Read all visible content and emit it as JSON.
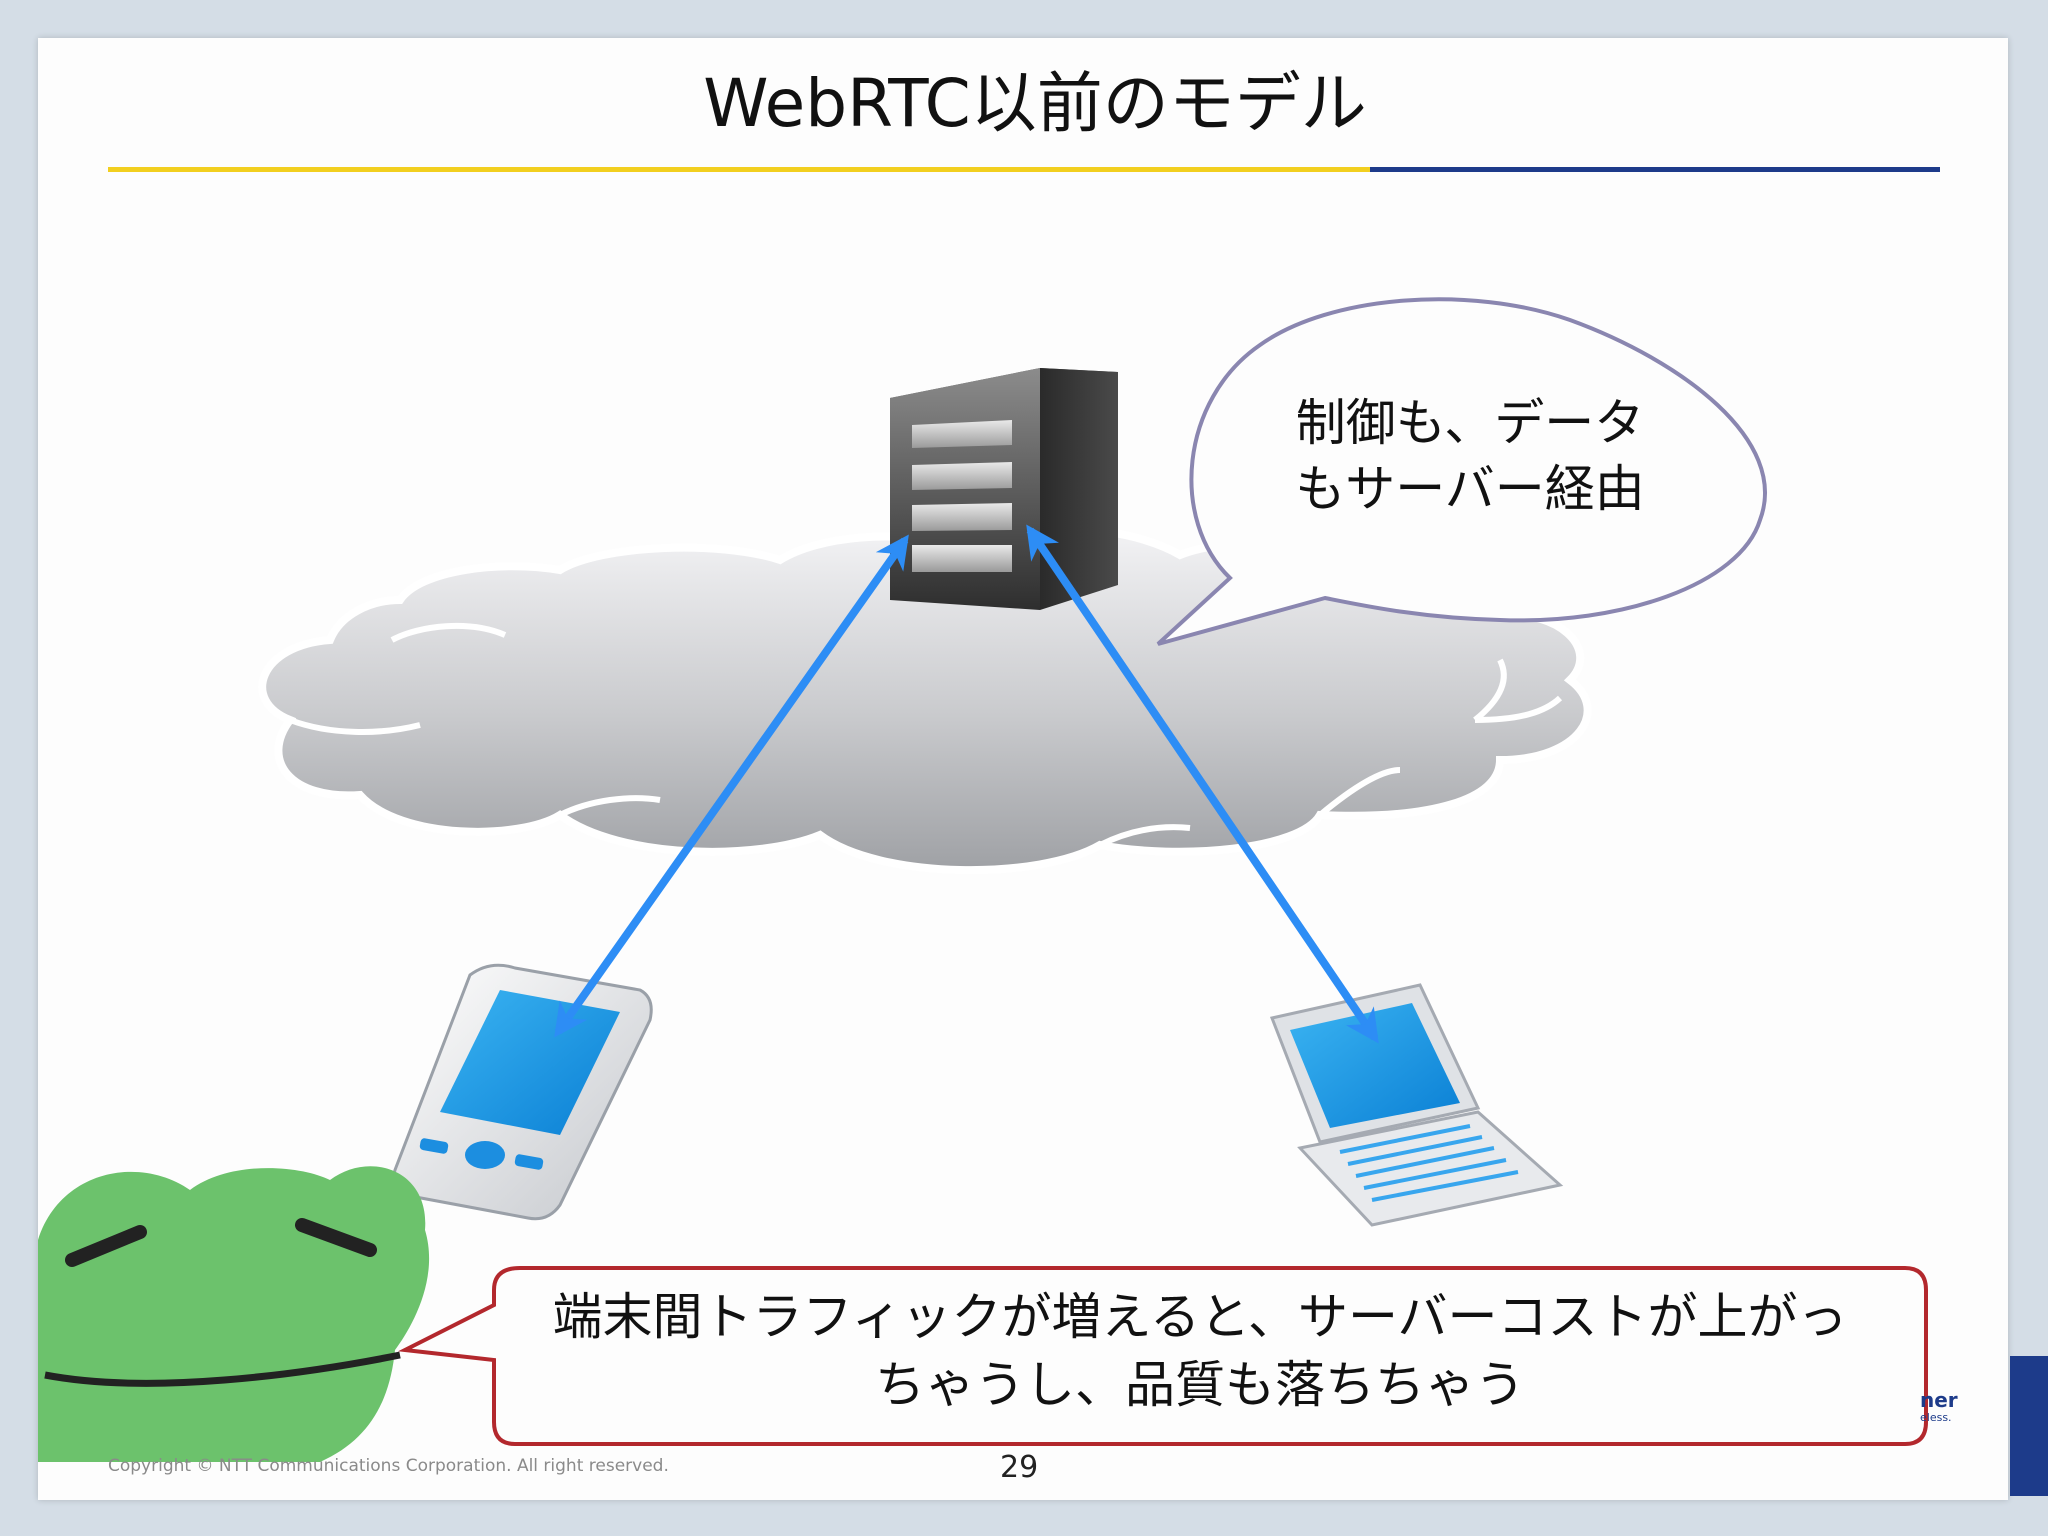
{
  "slide": {
    "title": "WebRTC以前のモデル",
    "server_bubble": {
      "line1": "制御も、データ",
      "line2": "もサーバー経由"
    },
    "frog_bubble": {
      "line1": "端末間トラフィックが増えると、サーバーコストが上がっ",
      "line2": "ちゃうし、品質も落ちちゃう"
    },
    "copyright": "Copyright © NTT Communications Corporation. All right reserved.",
    "page_number": "29",
    "logo_fragment_main": "ner",
    "logo_fragment_sub": "eless."
  },
  "colors": {
    "arrow": "#2d8df5",
    "title_rule_yellow": "#f2cf1f",
    "title_rule_blue": "#1d3b8a",
    "speech_border_server": "#8a86b0",
    "speech_border_frog": "#b3282d",
    "frog_green": "#6cc26c"
  },
  "icons": [
    "server-icon",
    "cloud-icon",
    "smartphone-icon",
    "laptop-icon",
    "frog-icon",
    "bidirectional-arrow-icon"
  ]
}
